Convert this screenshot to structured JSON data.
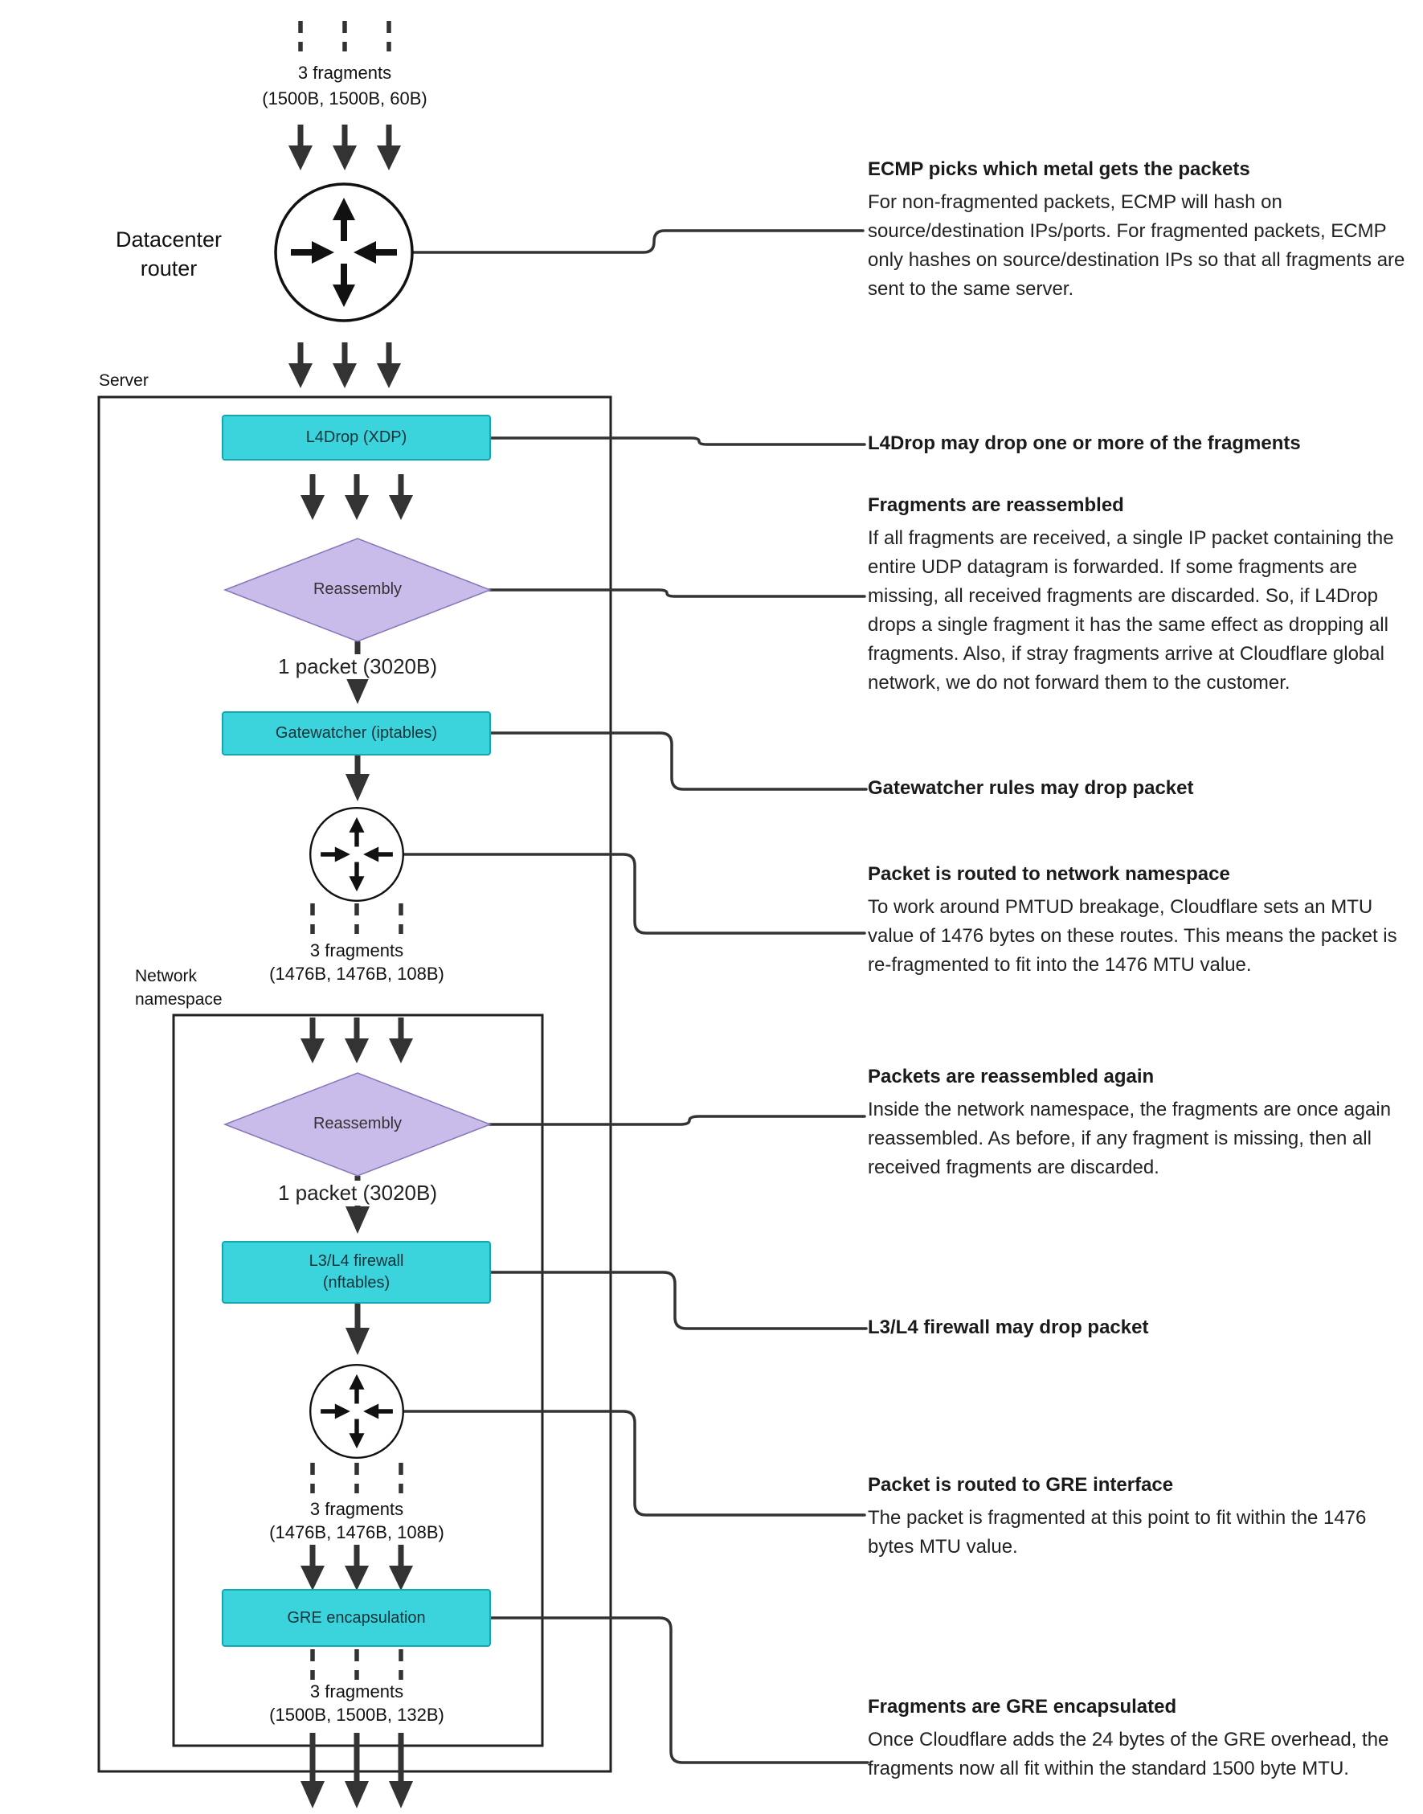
{
  "colors": {
    "accent_cyan": "#3bd4dd",
    "accent_cyan_border": "#14a7b2",
    "diamond_purple": "#c9bbea",
    "diamond_purple_border": "#8577b8",
    "line_dark": "#333333"
  },
  "diagram": {
    "top_fragments_label": "3 fragments",
    "top_fragments_sizes": "(1500B, 1500B, 60B)",
    "datacenter_router_label": "Datacenter router",
    "server_label": "Server",
    "l4drop_label": "L4Drop (XDP)",
    "reassembly1_label": "Reassembly",
    "packet1_label": "1 packet (3020B)",
    "gatewatcher_label": "Gatewatcher (iptables)",
    "mid_fragments_label": "3 fragments",
    "mid_fragments_sizes": "(1476B, 1476B, 108B)",
    "namespace_label": "Network namespace",
    "reassembly2_label": "Reassembly",
    "packet2_label": "1 packet (3020B)",
    "firewall_label_line1": "L3/L4 firewall",
    "firewall_label_line2": "(nftables)",
    "low_fragments_label": "3 fragments",
    "low_fragments_sizes": "(1476B, 1476B, 108B)",
    "gre_label": "GRE encapsulation",
    "bottom_fragments_label": "3 fragments",
    "bottom_fragments_sizes": "(1500B, 1500B, 132B)"
  },
  "annotations": [
    {
      "title": "ECMP picks which metal gets the packets",
      "body": "For non-fragmented packets, ECMP will hash on source/destination IPs/ports. For fragmented packets, ECMP only hashes on source/destination IPs so that all fragments are sent to the same server."
    },
    {
      "title": "L4Drop may drop one or more of the fragments",
      "body": ""
    },
    {
      "title": "Fragments are reassembled",
      "body": "If all fragments are received, a single IP packet containing the entire UDP datagram is forwarded. If some fragments are missing, all received fragments are discarded. So, if L4Drop drops a single fragment it has the same effect as dropping all fragments. Also, if stray fragments arrive at Cloudflare global network, we do not forward them to the customer."
    },
    {
      "title": "Gatewatcher rules may drop packet",
      "body": ""
    },
    {
      "title": "Packet is routed to network namespace",
      "body": "To work around PMTUD breakage, Cloudflare sets an MTU value of 1476 bytes on these routes. This means the packet is re-fragmented to fit into the 1476 MTU value."
    },
    {
      "title": "Packets are reassembled again",
      "body": "Inside the network namespace, the fragments are once again reassembled. As before, if any fragment is missing, then all received fragments are discarded."
    },
    {
      "title": "L3/L4 firewall may drop packet",
      "body": ""
    },
    {
      "title": "Packet is routed to GRE interface",
      "body": "The packet is fragmented at this point to fit within the 1476 bytes MTU value."
    },
    {
      "title": "Fragments are GRE encapsulated",
      "body": "Once Cloudflare adds the 24 bytes of the GRE overhead, the fragments now all fit within the standard 1500 byte MTU."
    }
  ]
}
